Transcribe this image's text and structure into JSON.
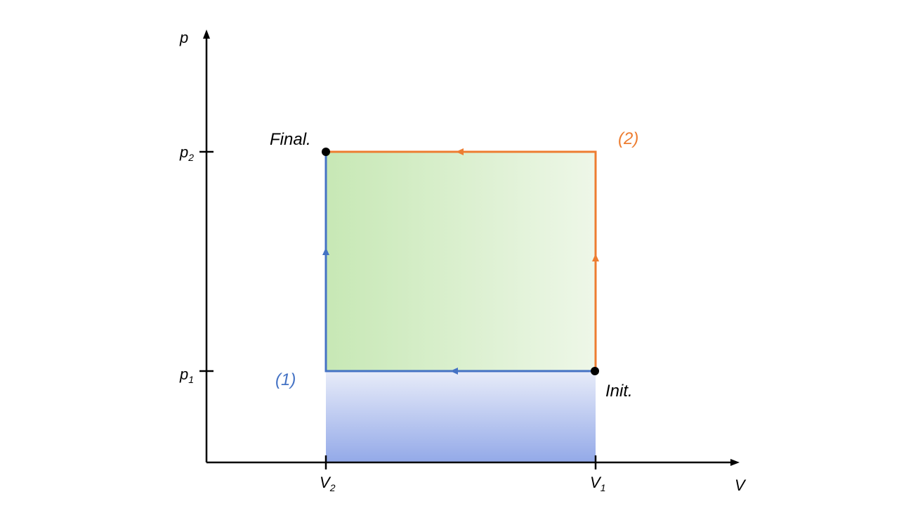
{
  "axes": {
    "y_label": "p",
    "x_label": "V"
  },
  "ticks": {
    "p2": {
      "base": "p",
      "sub": "2"
    },
    "p1": {
      "base": "p",
      "sub": "1"
    },
    "v2": {
      "base": "V",
      "sub": "2"
    },
    "v1": {
      "base": "V",
      "sub": "1"
    }
  },
  "points": {
    "final": "Final.",
    "init": "Init."
  },
  "paths": {
    "path1": {
      "label": "(1)",
      "color": "#4472C4"
    },
    "path2": {
      "label": "(2)",
      "color": "#ED7D31"
    }
  },
  "fills": {
    "area_top": {
      "from": "#c7e8b5",
      "to": "#eef7e8"
    },
    "area_bottom": {
      "from": "#e8ecf9",
      "to": "#93a9e8"
    }
  }
}
